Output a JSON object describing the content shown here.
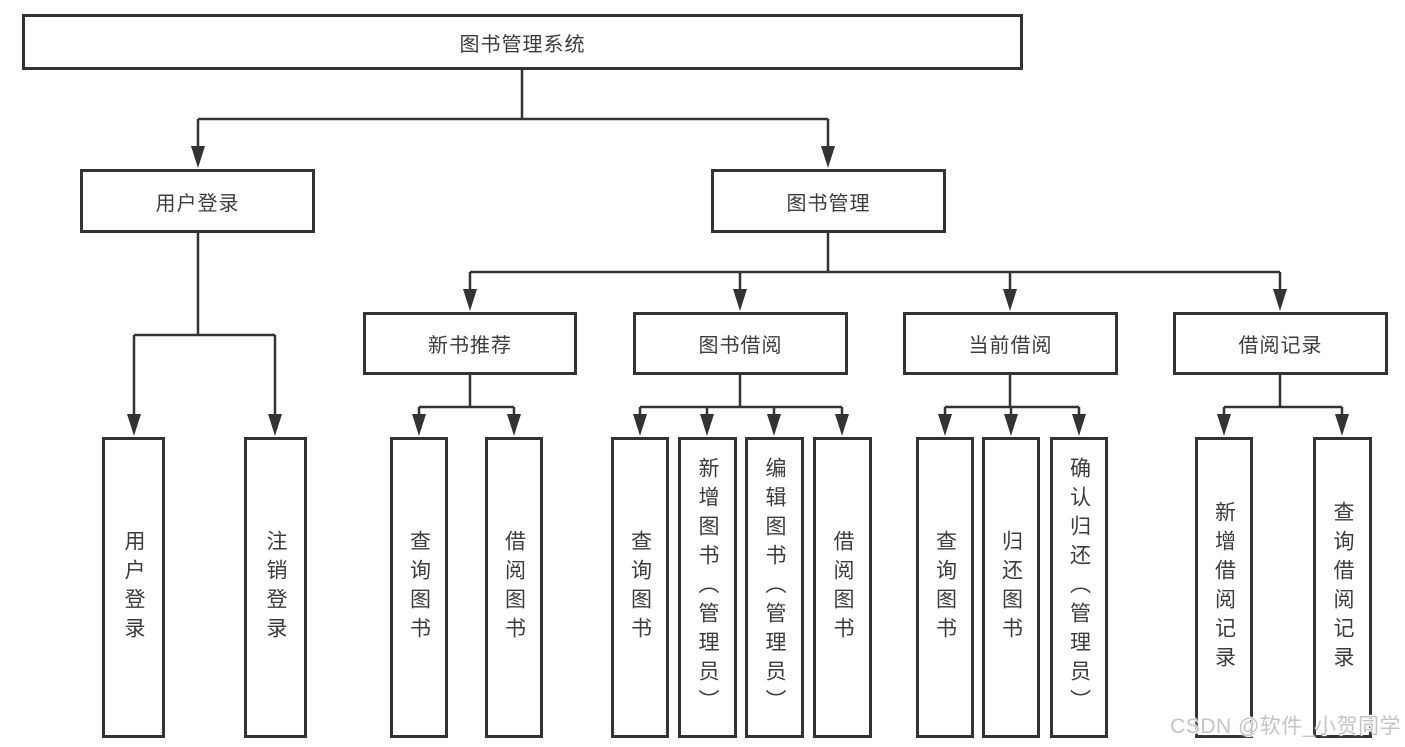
{
  "diagram": {
    "root": {
      "label": "图书管理系统"
    },
    "branches": [
      {
        "label": "用户登录",
        "children": [
          {
            "label": "用户登录"
          },
          {
            "label": "注销登录"
          }
        ]
      },
      {
        "label": "图书管理",
        "children": [
          {
            "label": "新书推荐",
            "children": [
              {
                "label": "查询图书"
              },
              {
                "label": "借阅图书"
              }
            ]
          },
          {
            "label": "图书借阅",
            "children": [
              {
                "label": "查询图书"
              },
              {
                "label": "新增图书（管理员）"
              },
              {
                "label": "编辑图书（管理员）"
              },
              {
                "label": "借阅图书"
              }
            ]
          },
          {
            "label": "当前借阅",
            "children": [
              {
                "label": "查询图书"
              },
              {
                "label": "归还图书"
              },
              {
                "label": "确认归还（管理员）"
              }
            ]
          },
          {
            "label": "借阅记录",
            "children": [
              {
                "label": "新增借阅记录"
              },
              {
                "label": "查询借阅记录"
              }
            ]
          }
        ]
      }
    ]
  },
  "watermark": {
    "text": "CSDN @软件_小贺同学"
  },
  "colors": {
    "line": "#333333",
    "node_border": "#333333",
    "text": "#3c3c3c",
    "watermark": "#c4c4c4",
    "background": "#ffffff"
  }
}
